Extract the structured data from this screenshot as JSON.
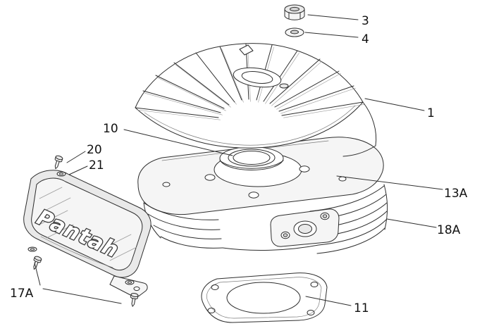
{
  "diagram": {
    "background_color": "#ffffff",
    "line_color": "#2e2e2e",
    "label_color": "#111111",
    "logo_text": "Pantah",
    "callouts": [
      {
        "id": "callout-3",
        "label": "3"
      },
      {
        "id": "callout-4",
        "label": "4"
      },
      {
        "id": "callout-1",
        "label": "1"
      },
      {
        "id": "callout-10",
        "label": "10"
      },
      {
        "id": "callout-20",
        "label": "20"
      },
      {
        "id": "callout-21",
        "label": "21"
      },
      {
        "id": "callout-13A",
        "label": "13A"
      },
      {
        "id": "callout-18A",
        "label": "18A"
      },
      {
        "id": "callout-17A",
        "label": "17A"
      },
      {
        "id": "callout-11",
        "label": "11"
      }
    ]
  }
}
